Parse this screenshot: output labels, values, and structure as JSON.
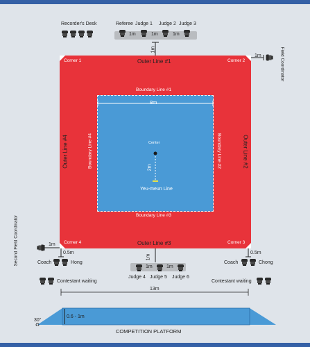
{
  "labels": {
    "recorders_desk": "Recorder's Desk",
    "referee": "Referee",
    "judge1": "Judge 1",
    "judge2": "Judge 2",
    "judge3": "Judge 3",
    "judge4": "Judge 4",
    "judge5": "Judge 5",
    "judge6": "Judge 6",
    "dist_1m": "1m",
    "dist_05m": "0.5m",
    "dist_8m": "8m",
    "dist_2m": "2m",
    "dist_13m": "13m",
    "height": "0.6 - 1m",
    "angle": "30°",
    "corner1": "Corner 1",
    "corner2": "Corner 2",
    "corner3": "Corner 3",
    "corner4": "Corner 4",
    "outer1": "Outer Line #1",
    "outer2": "Outer Line #2",
    "outer3": "Outer Line #3",
    "outer4": "Outer Line #4",
    "boundary1": "Boundary Line #1",
    "boundary2": "Boundary Line #2",
    "boundary3": "Boundary Line #3",
    "boundary4": "Boundary Line #4",
    "center": "Center",
    "yeumeun": "Yeu-meun Line",
    "field_coordinator": "Field Coordinator",
    "second_field_coordinator": "Second Field Coordinator",
    "coach_left": "Coach",
    "hong": "Hong",
    "coach_right": "Coach",
    "chong": "Chong",
    "contestant_waiting_left": "Contestant waiting",
    "contestant_waiting_right": "Contestant waiting",
    "platform": "COMPETITION PLATFORM"
  },
  "colors": {
    "outer_area": "#e8333a",
    "inner_area": "#4a9ad6",
    "background": "#dfe4ea",
    "header": "#3560a6",
    "yeumeun_marker": "#e8e24a"
  }
}
